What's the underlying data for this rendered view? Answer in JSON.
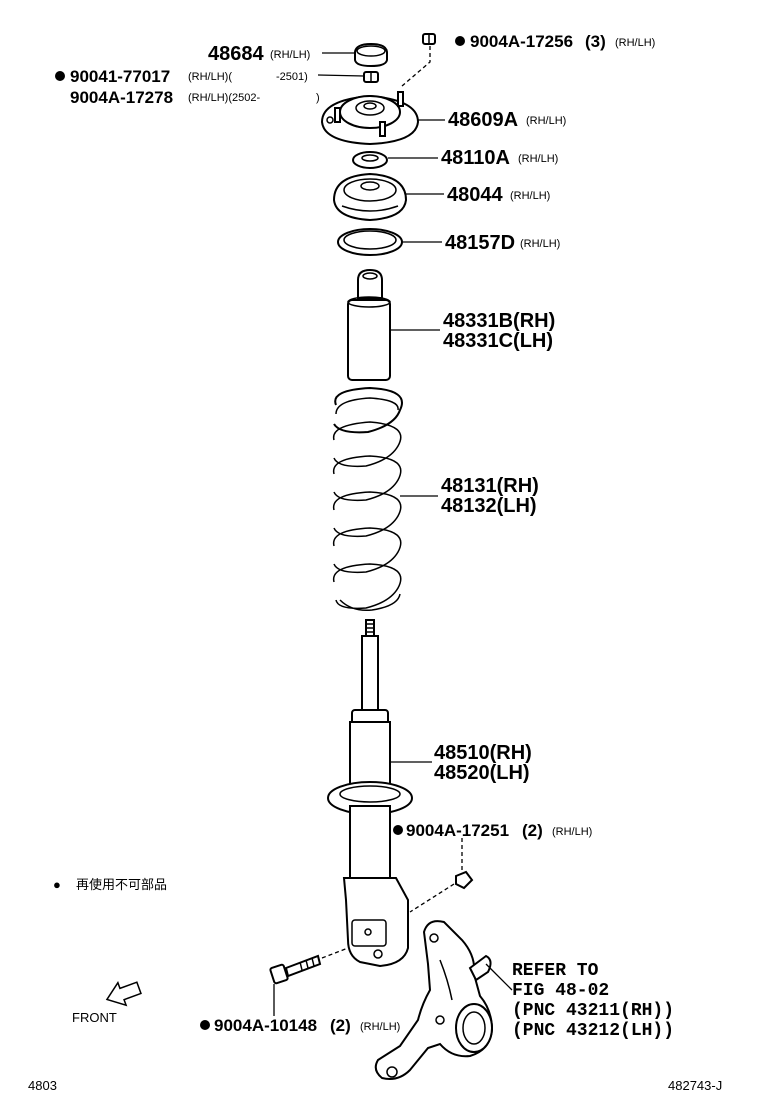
{
  "labels": {
    "p48684": "48684",
    "p48684_sfx": "(RH/LH)",
    "p9004a17256": "9004A-17256",
    "p9004a17256_qty": "(3)",
    "p9004a17256_sfx": "(RH/LH)",
    "p9004177017": "90041-77017",
    "p9004177017_sfx": "(RH/LH)(",
    "p9004177017_range": "-2501)",
    "p9004a17278": "9004A-17278",
    "p9004a17278_sfx": "(RH/LH)(2502-",
    "p9004a17278_close": ")",
    "p48609a": "48609A",
    "p48609a_sfx": "(RH/LH)",
    "p48110a": "48110A",
    "p48110a_sfx": "(RH/LH)",
    "p48044": "48044",
    "p48044_sfx": "(RH/LH)",
    "p48157d": "48157D",
    "p48157d_sfx": "(RH/LH)",
    "p48331b": "48331B(RH)",
    "p48331c": "48331C(LH)",
    "p48131": "48131(RH)",
    "p48132": "48132(LH)",
    "p48510": "48510(RH)",
    "p48520": "48520(LH)",
    "p9004a17251": "9004A-17251",
    "p9004a17251_qty": "(2)",
    "p9004a17251_sfx": "(RH/LH)",
    "p9004a10148": "9004A-10148",
    "p9004a10148_qty": "(2)",
    "p9004a10148_sfx": "(RH/LH)"
  },
  "refer": {
    "line1": "REFER TO",
    "line2": "FIG 48-02",
    "line3": "(PNC 43211(RH))",
    "line4": "(PNC 43212(LH))"
  },
  "legend": {
    "bullet": "●",
    "text": "再使用不可部品"
  },
  "front_label": "FRONT",
  "footer": {
    "left": "4803",
    "right": "482743-J"
  }
}
